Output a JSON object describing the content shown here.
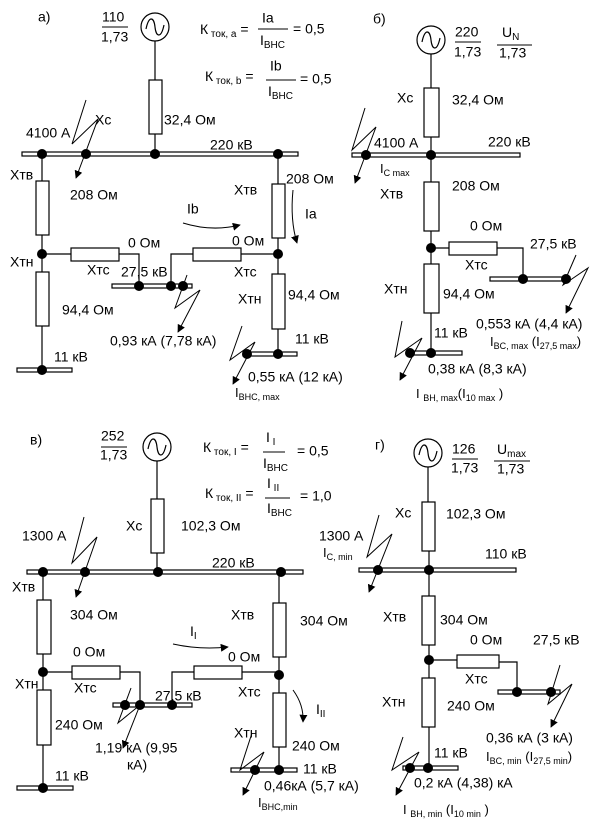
{
  "a": {
    "label": "а)",
    "src_num": "110",
    "src_den": "1,73",
    "k1": [
      {
        "t": "К"
      },
      {
        "t": " ток, а",
        "sub": true
      },
      {
        "t": " ="
      }
    ],
    "k1_num": "Ia",
    "k1_den": [
      {
        "t": "I"
      },
      {
        "t": "ВНС",
        "sub": true
      }
    ],
    "k1_res": "= 0,5",
    "k2": [
      {
        "t": "К"
      },
      {
        "t": " ток, b",
        "sub": true
      },
      {
        "t": " ="
      }
    ],
    "k2_num": "Ib",
    "k2_den": [
      {
        "t": "I"
      },
      {
        "t": "ВНС",
        "sub": true
      }
    ],
    "k2_res": "= 0,5",
    "xc": "Хс",
    "xc_val": "32,4 Ом",
    "fault_hv": "4100 А",
    "bus_hv": "220 кВ",
    "xtv_l": "Хтв",
    "xtv_l_val": "208 Ом",
    "xtn_l": "Хтн",
    "xtn_l_val": "94,4 Ом",
    "bus_lv_l": "11 кВ",
    "xtc_l": "Хтс",
    "xtc_l_val": "0 Ом",
    "bus_mv": "27,5 кВ",
    "xtc_r": "Хтс",
    "xtc_r_val": "0 Ом",
    "xtv_r": "Хтв",
    "xtv_r_val": "208 Ом",
    "xtn_r": "Хтн",
    "xtn_r_val": "94,4 Ом",
    "bus_lv_r": "11 кВ",
    "i_mv": "0,93 кА (7,78 кА)",
    "i_lv": "0,55 кА (12 кА)",
    "i_lv_name": [
      {
        "t": "I"
      },
      {
        "t": "ВНС, max",
        "sub": true
      }
    ],
    "ib": "Ib",
    "ia": "Ia"
  },
  "b": {
    "label": "б)",
    "src_num": "220",
    "src_den": "1,73",
    "un": [
      {
        "t": "U"
      },
      {
        "t": "N",
        "sub": true
      }
    ],
    "un_den": "1,73",
    "xc": "Хс",
    "xc_val": "32,4 Ом",
    "fault_hv": "4100 А",
    "bus_hv": "220 кВ",
    "ic": [
      {
        "t": "I"
      },
      {
        "t": "C max",
        "sub": true
      }
    ],
    "xtv": "Хтв",
    "xtv_val": "208 Ом",
    "xtc": "Хтс",
    "xtc_val": "0 Ом",
    "bus_mv": "27,5 кВ",
    "i_mv": "0,553 кА (4,4 кА)",
    "i_mv_name": [
      {
        "t": "I"
      },
      {
        "t": "BC, max",
        "sub": true
      },
      {
        "t": " (I"
      },
      {
        "t": "27,5 max",
        "sub": true
      },
      {
        "t": ")"
      }
    ],
    "xtn": "Хтн",
    "xtn_val": "94,4 Ом",
    "bus_lv": "11 кВ",
    "i_lv": "0,38 кА (8,3 кА)",
    "i_lv_name": [
      {
        "t": "I "
      },
      {
        "t": "BH, max",
        "sub": true
      },
      {
        "t": "(I"
      },
      {
        "t": "10 max",
        "sub": true
      },
      {
        "t": " )"
      }
    ]
  },
  "c": {
    "label": "в)",
    "src_num": "252",
    "src_den": "1,73",
    "k1": [
      {
        "t": "К"
      },
      {
        "t": " ток, I",
        "sub": true
      },
      {
        "t": " ="
      }
    ],
    "k1_num": [
      {
        "t": "I"
      },
      {
        "t": " I",
        "sub": true
      }
    ],
    "k1_den": [
      {
        "t": "I"
      },
      {
        "t": "ВНС",
        "sub": true
      }
    ],
    "k1_res": "= 0,5",
    "k2": [
      {
        "t": "К"
      },
      {
        "t": " ток, II",
        "sub": true
      },
      {
        "t": " ="
      }
    ],
    "k2_num": [
      {
        "t": "I"
      },
      {
        "t": " II",
        "sub": true
      }
    ],
    "k2_den": [
      {
        "t": "I"
      },
      {
        "t": "ВНС",
        "sub": true
      }
    ],
    "k2_res": "= 1,0",
    "xc": "Хс",
    "xc_val": "102,3 Ом",
    "fault_hv": "1300 А",
    "bus_hv": "220 кВ",
    "xtv_l": "Хтв",
    "xtv_l_val": "304 Ом",
    "xtn_l": "Хтн",
    "xtn_l_val": "240 Ом",
    "bus_lv_l": "11 кВ",
    "xtc_l": "Хтс",
    "xtc_l_val": "0 Ом",
    "bus_mv": "27,5 кВ",
    "xtc_r": "Хтс",
    "xtc_r_val": "0 Ом",
    "xtv_r": "Хтв",
    "xtv_r_val": "304 Ом",
    "xtn_r": "Хтн",
    "xtn_r_val": "240 Ом",
    "bus_lv_r": "11 кВ",
    "i_mv_1": "1,19 кА (9,95",
    "i_mv_2": "кА)",
    "i_lv": "0,46кА (5,7 кА)",
    "i_lv_name": [
      {
        "t": "I"
      },
      {
        "t": "ВНС,min",
        "sub": true
      }
    ],
    "i1": [
      {
        "t": "I"
      },
      {
        "t": "I",
        "sub": true
      }
    ],
    "i2": [
      {
        "t": "I"
      },
      {
        "t": "II",
        "sub": true
      }
    ]
  },
  "d": {
    "label": "г)",
    "src_num": "126",
    "src_den": "1,73",
    "umax": [
      {
        "t": "U"
      },
      {
        "t": "max",
        "sub": true
      }
    ],
    "umax_den": "1,73",
    "xc": "Хс",
    "xc_val": "102,3 Ом",
    "fault_hv": "1300 А",
    "ic": [
      {
        "t": "I"
      },
      {
        "t": "C, min",
        "sub": true
      }
    ],
    "bus_hv": "110 кВ",
    "xtv": "Хтв",
    "xtv_val": "304 Ом",
    "xtc": "Хтс",
    "xtc_val": "0 Ом",
    "bus_mv": "27,5 кВ",
    "i_mv": "0,36 кА (3 кА)",
    "i_mv_name": [
      {
        "t": "I"
      },
      {
        "t": "BC, min",
        "sub": true
      },
      {
        "t": " (I"
      },
      {
        "t": "27,5  min",
        "sub": true
      },
      {
        "t": ")"
      }
    ],
    "xtn": "Хтн",
    "xtn_val": "240 Ом",
    "bus_lv": "11 кВ",
    "i_lv": "0,2 кА (4,38) кА",
    "i_lv_name": [
      {
        "t": "I "
      },
      {
        "t": "BH, min",
        "sub": true
      },
      {
        "t": " (I"
      },
      {
        "t": "10 min",
        "sub": true
      },
      {
        "t": " )"
      }
    ]
  }
}
